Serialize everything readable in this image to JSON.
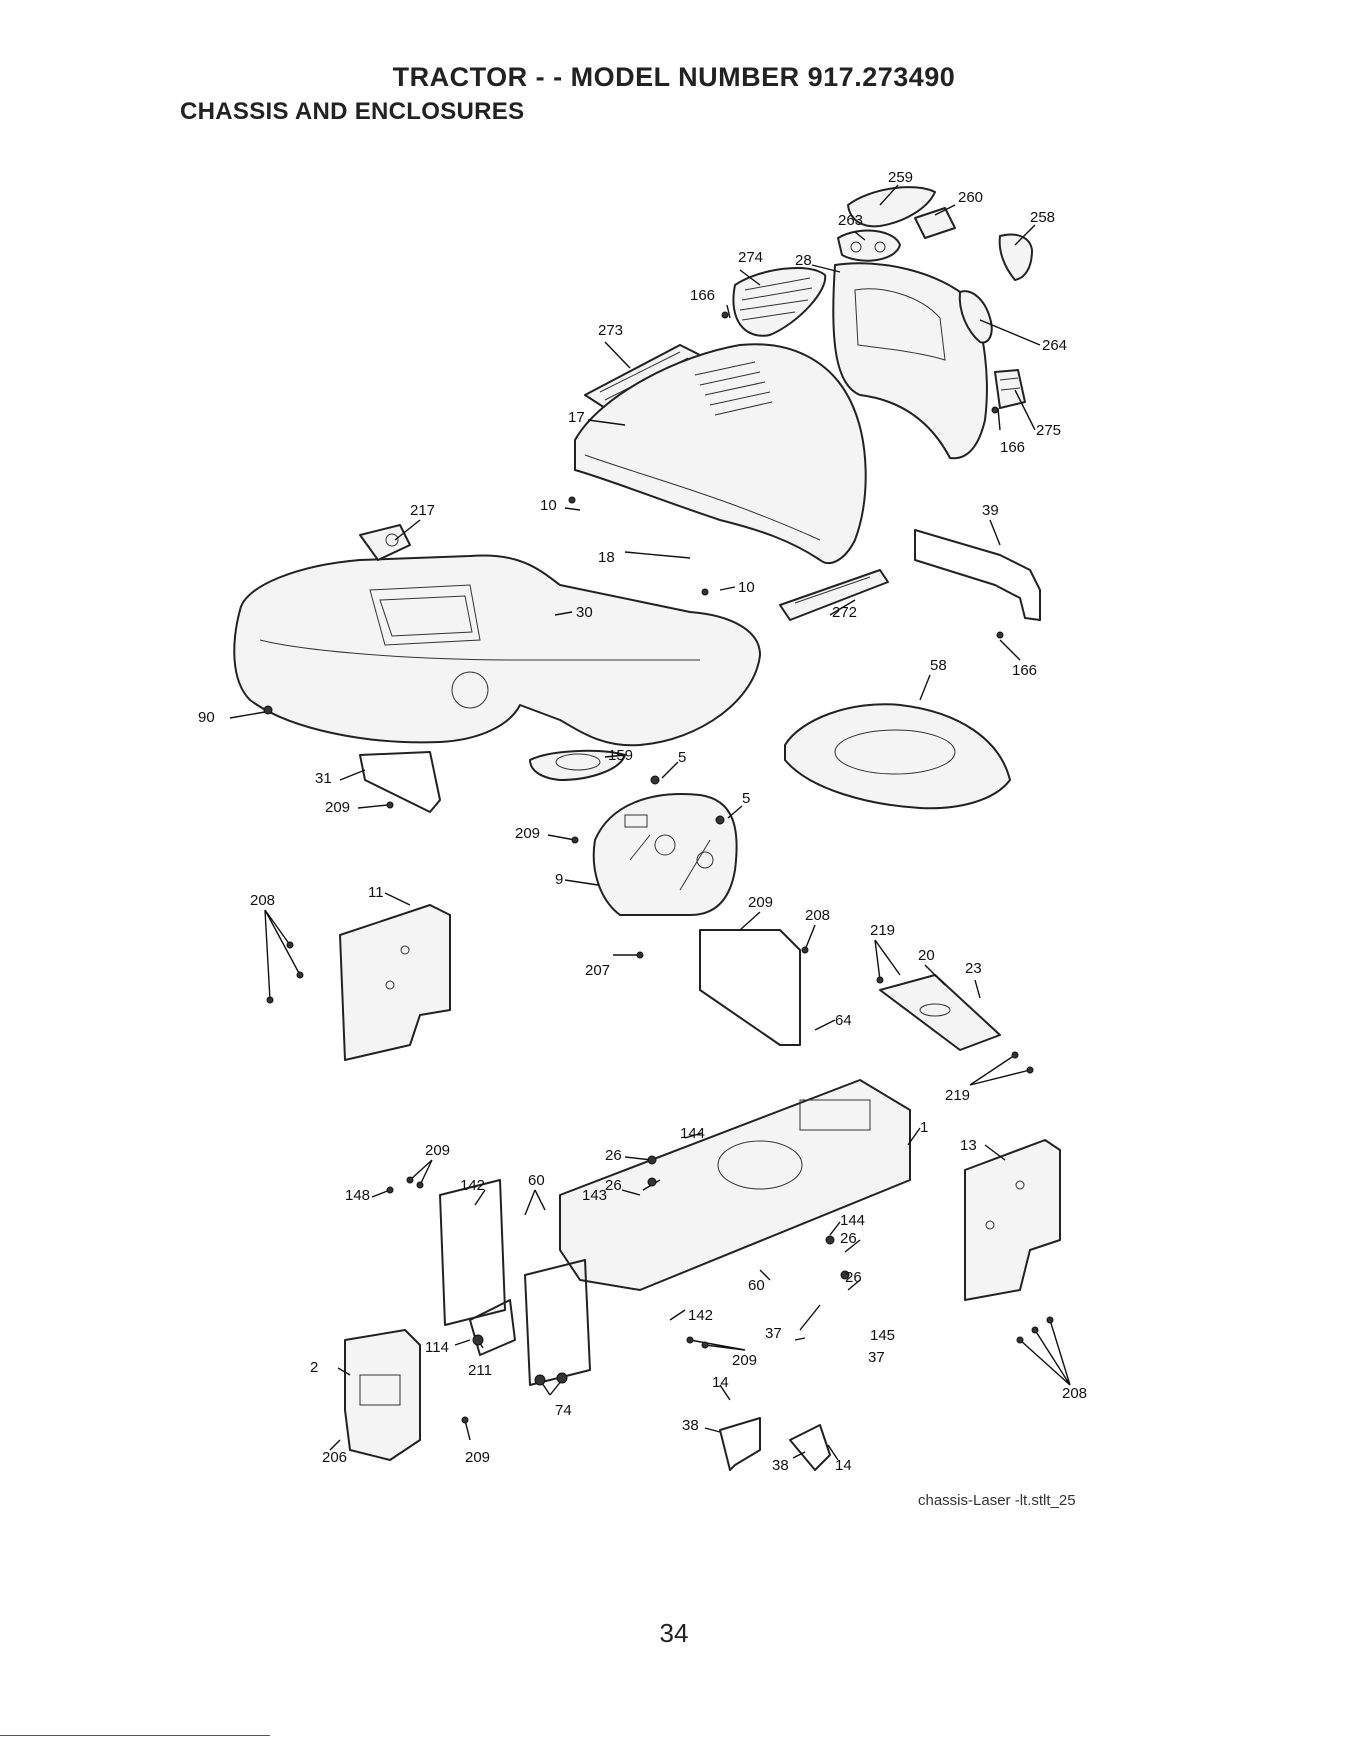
{
  "header": {
    "title": "TRACTOR - - MODEL NUMBER 917.273490",
    "subtitle": "CHASSIS AND ENCLOSURES"
  },
  "diagram": {
    "callouts": [
      "259",
      "260",
      "263",
      "258",
      "274",
      "28",
      "166",
      "264",
      "273",
      "275",
      "166",
      "17",
      "39",
      "217",
      "10",
      "18",
      "10",
      "30",
      "272",
      "166",
      "58",
      "90",
      "159",
      "5",
      "31",
      "5",
      "209",
      "209",
      "9",
      "208",
      "11",
      "209",
      "208",
      "219",
      "20",
      "23",
      "207",
      "64",
      "219",
      "144",
      "209",
      "26",
      "1",
      "13",
      "60",
      "148",
      "142",
      "26",
      "143",
      "144",
      "26",
      "60",
      "26",
      "37",
      "145",
      "142",
      "114",
      "37",
      "2",
      "211",
      "209",
      "74",
      "14",
      "208",
      "38",
      "206",
      "209",
      "38",
      "14"
    ],
    "drawing_id": "chassis-Laser -lt.stlt_25"
  },
  "footer": {
    "page_number": "34"
  }
}
